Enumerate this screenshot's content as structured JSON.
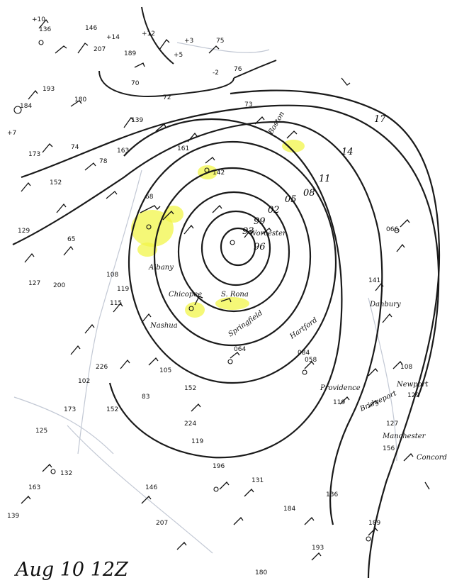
{
  "caption": "Aug 10 12Z",
  "isobar_labels": [
    "17",
    "14",
    "11",
    "08",
    "05",
    "02",
    "99",
    "96",
    "93"
  ],
  "place_labels": [
    "Chicopee",
    "S. Rona",
    "Springfield",
    "Hartford",
    "Danbury",
    "Bridgeport",
    "Manchester",
    "Providence",
    "Boston",
    "Worcester",
    "Newport",
    "Concord",
    "Albany",
    "Nashua"
  ],
  "station_values": [
    "184",
    "136",
    "146",
    "207",
    "189",
    "193",
    "180",
    "139",
    "163",
    "173",
    "152",
    "129",
    "127",
    "108",
    "119",
    "115",
    "102",
    "83",
    "105",
    "152",
    "119",
    "125",
    "132",
    "141",
    "156",
    "161",
    "142",
    "064",
    "084",
    "058",
    "066",
    "+7",
    "+10",
    "+14",
    "+12",
    "+5",
    "+3",
    "-2",
    "75",
    "76",
    "73",
    "70",
    "72",
    "74",
    "78",
    "68",
    "65",
    "200",
    "226",
    "224",
    "196",
    "131"
  ]
}
